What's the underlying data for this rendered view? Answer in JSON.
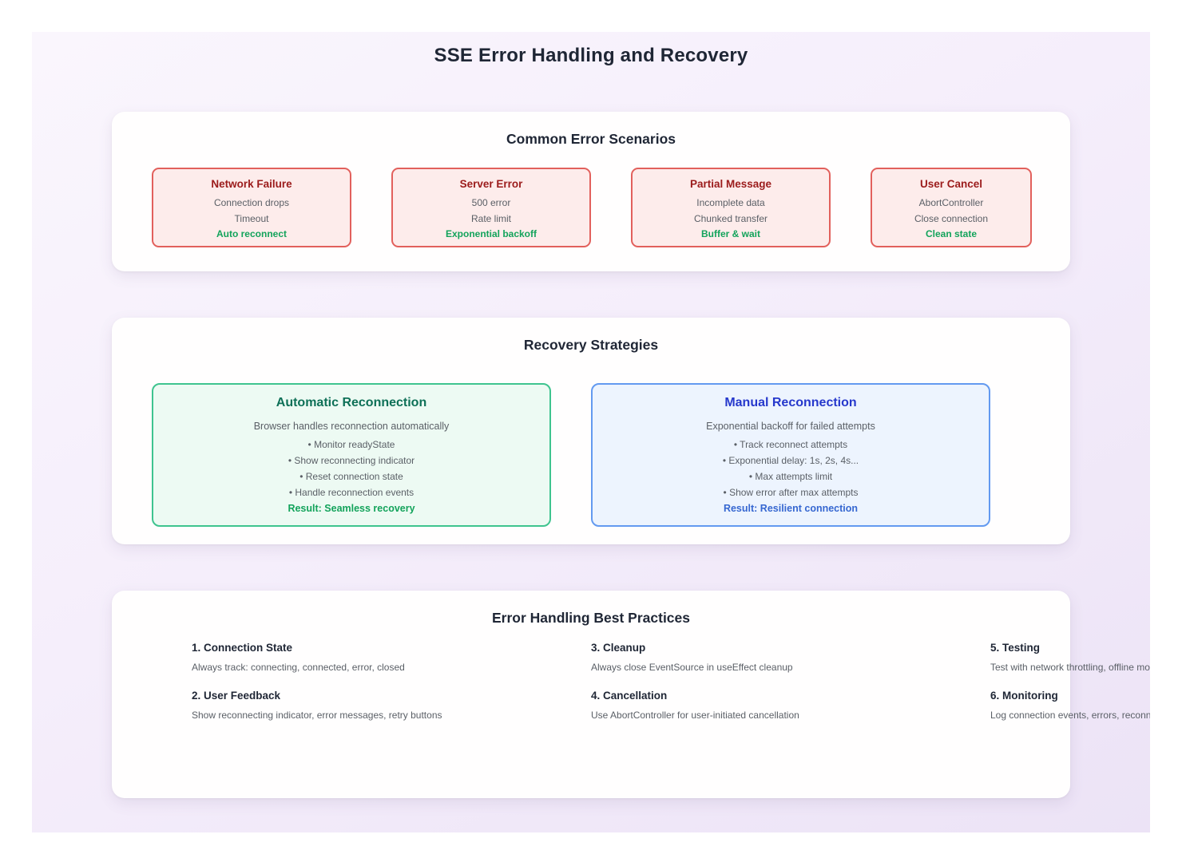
{
  "page": {
    "title": "SSE Error Handling and Recovery"
  },
  "colors": {
    "heading": "#1f2635",
    "body_text": "#5a5f66",
    "accent_red": "#e2605c",
    "red_bg": "#fdeceb",
    "red_title": "#9b1b1b",
    "accent_green": "#3fc48f",
    "green_bg": "#edfaf3",
    "green_title": "#0e7057",
    "green_text": "#13a35b",
    "accent_blue": "#639af0",
    "blue_bg": "#edf4fe",
    "blue_title": "#2638cc",
    "blue_text": "#3667d1"
  },
  "error_section": {
    "heading": "Common Error Scenarios",
    "cards": [
      {
        "title": "Network Failure",
        "lines": [
          "Connection drops",
          "Timeout"
        ],
        "action": "Auto reconnect"
      },
      {
        "title": "Server Error",
        "lines": [
          "500 error",
          "Rate limit"
        ],
        "action": "Exponential backoff"
      },
      {
        "title": "Partial Message",
        "lines": [
          "Incomplete data",
          "Chunked transfer"
        ],
        "action": "Buffer & wait"
      },
      {
        "title": "User Cancel",
        "lines": [
          "AbortController",
          "Close connection"
        ],
        "action": "Clean state"
      }
    ]
  },
  "recovery_section": {
    "heading": "Recovery Strategies",
    "strategies": [
      {
        "title": "Automatic Reconnection",
        "subtitle": "Browser handles reconnection automatically",
        "bullets": [
          "• Monitor readyState",
          "• Show reconnecting indicator",
          "• Reset connection state",
          "• Handle reconnection events"
        ],
        "result": "Result: Seamless recovery"
      },
      {
        "title": "Manual Reconnection",
        "subtitle": "Exponential backoff for failed attempts",
        "bullets": [
          "• Track reconnect attempts",
          "• Exponential delay: 1s, 2s, 4s...",
          "• Max attempts limit",
          "• Show error after max attempts"
        ],
        "result": "Result: Resilient connection"
      }
    ]
  },
  "practices_section": {
    "heading": "Error Handling Best Practices",
    "items": [
      {
        "title": "1. Connection State",
        "desc": "Always track: connecting, connected, error, closed"
      },
      {
        "title": "2. User Feedback",
        "desc": "Show reconnecting indicator, error messages, retry buttons"
      },
      {
        "title": "3. Cleanup",
        "desc": "Always close EventSource in useEffect cleanup"
      },
      {
        "title": "4. Cancellation",
        "desc": "Use AbortController for user-initiated cancellation"
      },
      {
        "title": "5. Testing",
        "desc": "Test with network throttling, offline mode"
      },
      {
        "title": "6. Monitoring",
        "desc": "Log connection events, errors, reconnects"
      }
    ]
  }
}
